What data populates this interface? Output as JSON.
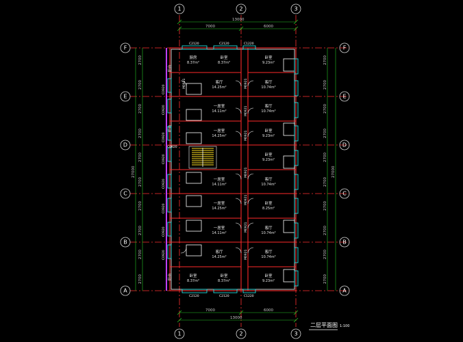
{
  "title": "二层平面图",
  "scale": "1:100",
  "axes_x": [
    "1",
    "2",
    "3"
  ],
  "axes_y": [
    "F",
    "E",
    "D",
    "C",
    "B",
    "A"
  ],
  "dims_top_total": "13000",
  "dims_top_parts": [
    "7000",
    "6000"
  ],
  "dims_bottom_parts": [
    "7000",
    "6000"
  ],
  "dims_bottom_total": "13000",
  "dims_side_parts": [
    "2700",
    "2700",
    "2700",
    "2700",
    "2700",
    "2700",
    "2700",
    "2700",
    "2700",
    "2700"
  ],
  "dims_side_total": "27000",
  "windows_top": [
    "C2120",
    "C2120",
    "C1220"
  ],
  "windows_bottom": [
    "C2120",
    "C2120",
    "C1220"
  ],
  "rooms": [
    {
      "name": "厨房",
      "area": "8.37m²"
    },
    {
      "name": "卧室",
      "area": "8.37m²"
    },
    {
      "name": "卧室",
      "area": "9.23m²"
    },
    {
      "name": "客厅",
      "area": "14.25m²"
    },
    {
      "name": "客厅",
      "area": "10.74m²"
    },
    {
      "name": "一居室",
      "area": "14.11m²"
    },
    {
      "name": "客厅",
      "area": "10.74m²"
    },
    {
      "name": "一居室",
      "area": "14.25m²"
    },
    {
      "name": "卧室",
      "area": "9.23m²"
    },
    {
      "name": "卧室",
      "area": "9.23m²"
    },
    {
      "name": "一居室",
      "area": "14.11m²"
    },
    {
      "name": "客厅",
      "area": "10.74m²"
    },
    {
      "name": "一居室",
      "area": "14.25m²"
    },
    {
      "name": "卧室",
      "area": "8.25m²"
    },
    {
      "name": "一居室",
      "area": "14.11m²"
    },
    {
      "name": "客厅",
      "area": "10.74m²"
    },
    {
      "name": "客厅",
      "area": "14.25m²"
    },
    {
      "name": "客厅",
      "area": "10.74m²"
    },
    {
      "name": "卧室",
      "area": "8.37m²"
    },
    {
      "name": "卧室",
      "area": "8.37m²"
    },
    {
      "name": "卧室",
      "area": "9.23m²"
    }
  ],
  "balcony_labels": [
    "阳台",
    "阳台",
    "阳台"
  ],
  "door_labels": [
    "M0921",
    "M0921",
    "M0921",
    "M0921",
    "M0921",
    "M0921",
    "M0921",
    "M0921"
  ],
  "small_window_labels": [
    "C0920",
    "C0920",
    "C0920",
    "C0920",
    "C0920",
    "C0920",
    "C0920",
    "C0920",
    "C0920"
  ],
  "colors": {
    "background": "#000000",
    "axis": "#ff3030",
    "dimension": "#26c926",
    "wall": "#ff2a2a",
    "window": "#24e0e0",
    "balcony": "#c040ff",
    "stair": "#ffe020",
    "text": "#ffffff"
  }
}
